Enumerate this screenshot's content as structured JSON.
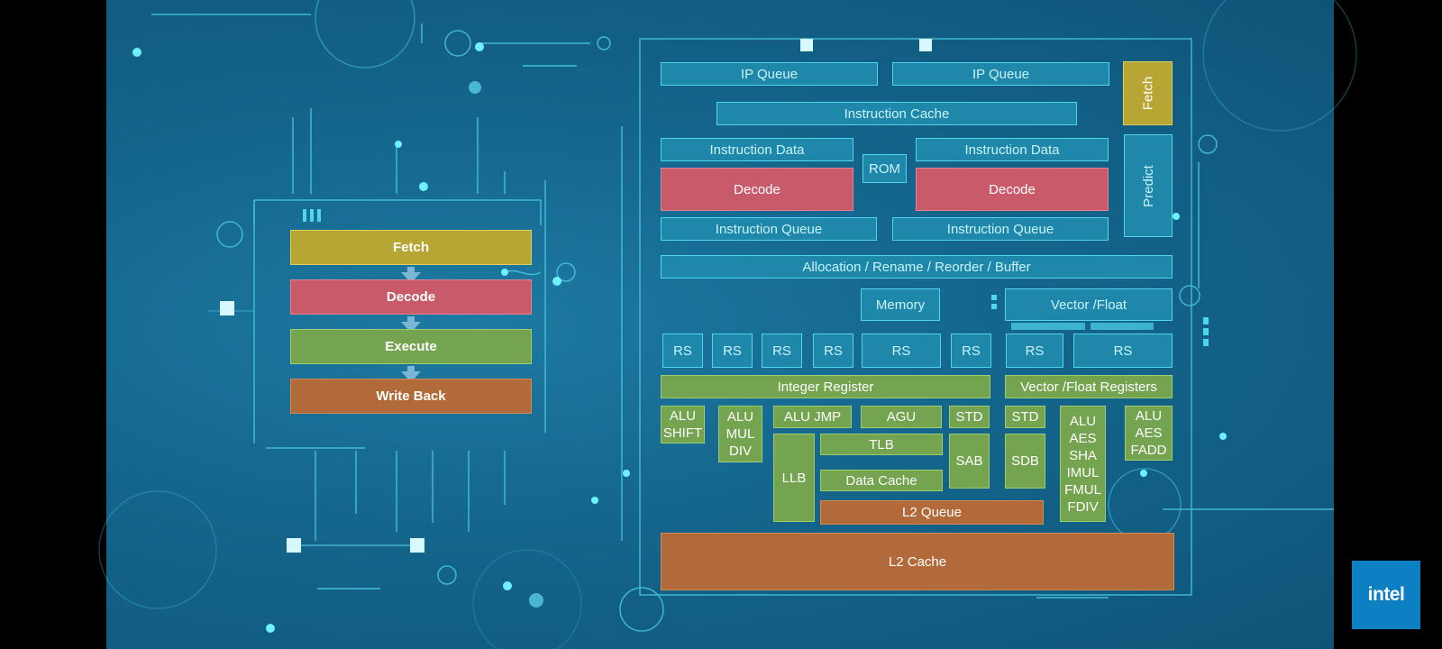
{
  "pipeline": {
    "stages": [
      {
        "label": "Fetch",
        "color": "#b7a633"
      },
      {
        "label": "Decode",
        "color": "#c85a6a"
      },
      {
        "label": "Execute",
        "color": "#75a450"
      },
      {
        "label": "Write Back",
        "color": "#b26a3a"
      }
    ]
  },
  "core": {
    "ip_queue_1": "IP Queue",
    "ip_queue_2": "IP Queue",
    "fetch": "Fetch",
    "instruction_cache": "Instruction Cache",
    "instruction_data_1": "Instruction Data",
    "instruction_data_2": "Instruction Data",
    "rom": "ROM",
    "decode_1": "Decode",
    "decode_2": "Decode",
    "predict": "Predict",
    "instruction_queue_1": "Instruction Queue",
    "instruction_queue_2": "Instruction Queue",
    "allocation": "Allocation / Rename / Reorder / Buffer",
    "memory": "Memory",
    "vector_float": "Vector /Float",
    "rs": [
      "RS",
      "RS",
      "RS",
      "RS",
      "RS",
      "RS",
      "RS",
      "RS"
    ],
    "integer_register": "Integer Register",
    "vector_float_registers": "Vector /Float Registers",
    "alu_shift": "ALU\nSHIFT",
    "alu_mul_div": "ALU\nMUL\nDIV",
    "alu_jmp": "ALU  JMP",
    "agu": "AGU",
    "std_1": "STD",
    "std_2": "STD",
    "alu_aes_sha": "ALU\nAES\nSHA\nIMUL\nFMUL\nFDIV",
    "alu_aes_fadd": "ALU\nAES\nFADD",
    "tlb": "TLB",
    "llb": "LLB",
    "sab": "SAB",
    "sdb": "SDB",
    "data_cache": "Data Cache",
    "l2_queue": "L2 Queue",
    "l2_cache": "L2 Cache"
  },
  "logo": {
    "text": "intel"
  },
  "colors": {
    "background": "#14658c",
    "circuit": "#4fd6ec",
    "cyan_block": "#1f88aa",
    "green_block": "#75a450",
    "red_block": "#c85a6a",
    "gold_block": "#b7a633",
    "brown_block": "#b26a3a",
    "logo_bg": "#0d7fc3"
  }
}
